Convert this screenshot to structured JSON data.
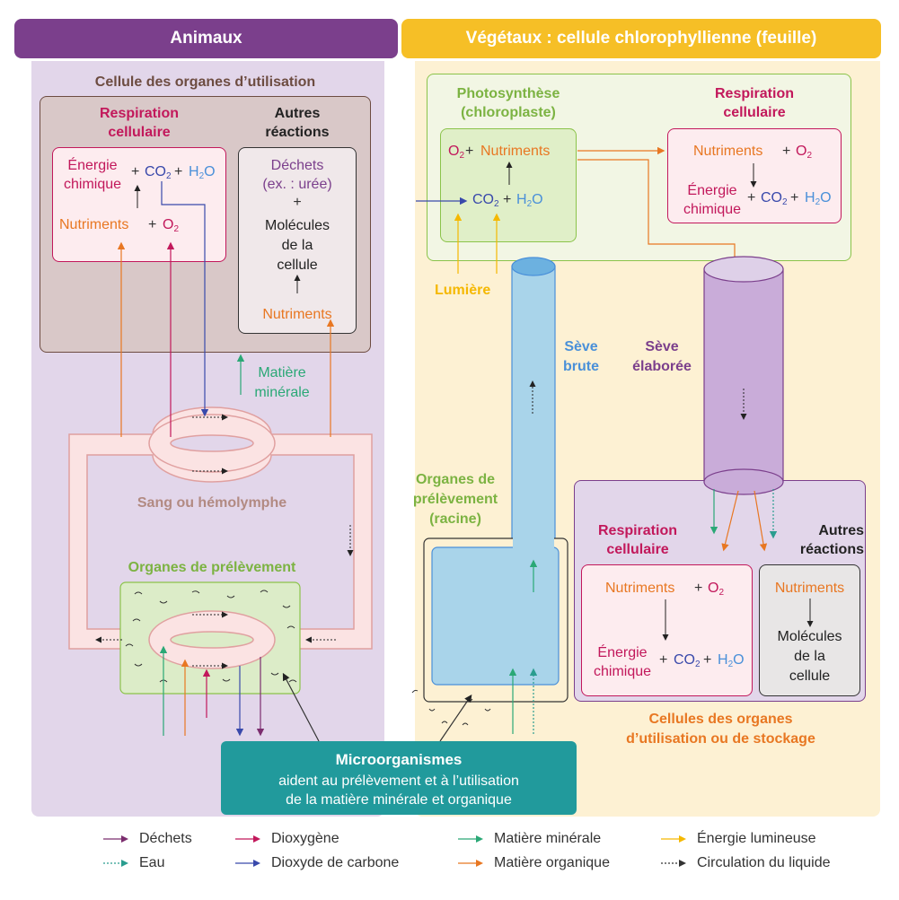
{
  "headers": {
    "animals": "Animaux",
    "plants": "Végétaux : cellule chlorophyllienne (feuille)"
  },
  "animal": {
    "cell_title": "Cellule des organes d’utilisation",
    "respiration_title": "Respiration\ncellulaire",
    "energie": "Énergie\nchimique",
    "plus": "+",
    "co2": "CO",
    "h2o_h": "H",
    "h2o_o": "O",
    "two": "2",
    "nutriments": "Nutriments",
    "o2": "O",
    "autres_title": "Autres\nréactions",
    "dechets": "Déchets\n(ex. : urée)",
    "molecules": "Molécules\nde la\ncellule",
    "matiere_minerale": "Matière\nminérale",
    "sang": "Sang ou hémolymphe",
    "organes_prelevement": "Organes de prélèvement"
  },
  "plant": {
    "photosynthese": "Photosynthèse\n(chloroplaste)",
    "respiration_title": "Respiration\ncellulaire",
    "nutriments": "Nutriments",
    "lumiere": "Lumière",
    "seve_brute": "Sève\nbrute",
    "seve_elaboree": "Sève\nélaborée",
    "organes_racine": "Organes de\nprélèvement\n(racine)",
    "respiration_bottom": "Respiration\ncellulaire",
    "autres_bottom": "Autres\nréactions",
    "energie": "Énergie\nchimique",
    "molecules": "Molécules\nde la\ncellule",
    "cellules_stockage": "Cellules des organes\nd’utilisation ou de stockage"
  },
  "micro": {
    "title": "Microorganismes",
    "text": "aident au prélèvement et à l’utilisation\nde la matière minérale et organique"
  },
  "legend": [
    {
      "label": "Déchets",
      "color": "#7b2d6e",
      "style": "solid"
    },
    {
      "label": "Dioxygène",
      "color": "#c2185b",
      "style": "solid"
    },
    {
      "label": "Matière minérale",
      "color": "#2aa876",
      "style": "solid"
    },
    {
      "label": "Énergie lumineuse",
      "color": "#f5b800",
      "style": "solid"
    },
    {
      "label": "Eau",
      "color": "#2a9d8f",
      "style": "dotted"
    },
    {
      "label": "Dioxyde de carbone",
      "color": "#3949ab",
      "style": "solid"
    },
    {
      "label": "Matière organique",
      "color": "#e87722",
      "style": "solid"
    },
    {
      "label": "Circulation du liquide",
      "color": "#333333",
      "style": "dotted"
    }
  ],
  "colors": {
    "animal_header": "#7b3f8c",
    "plant_header": "#f6bf26",
    "animal_bg": "#e2d6ea",
    "plant_bg": "#fdf1d3",
    "cell_box": "#d9c8c8",
    "red_text": "#c2185b",
    "purple_text": "#7b3f8c",
    "orange": "#e87722",
    "blue": "#3949ab",
    "lightblue": "#4a90d9",
    "green_text": "#7cb342",
    "teal": "#2a9d8f"
  }
}
